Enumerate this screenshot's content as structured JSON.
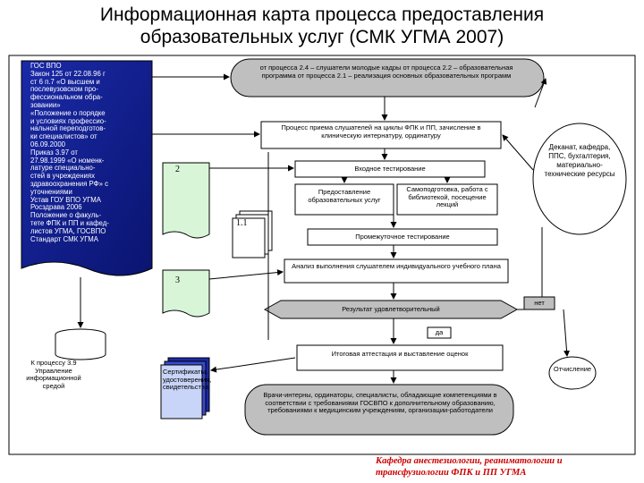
{
  "title": {
    "line1": "Информационная карта процесса предоставления",
    "line2": "образовательных услуг (СМК УГМА 2007)"
  },
  "left_document": {
    "lines": [
      "ГОС ВПО",
      "Закон 125 от 22.08.96 г",
      "ст 6 п.7 «О высшем и",
      "послевузовском про-",
      "фессиональном обра-",
      "зовании»",
      "«Положение о порядке",
      "и условиях профессио-",
      "нальной переподготов-",
      "ки специалистов» от",
      "06.09.2000",
      "Приказ 3.97 от",
      "27.98.1999 «О номенк-",
      "латуре специально-",
      "стей в учреждениях",
      "здравоохранения РФ» с",
      "уточнениями",
      "Устав ГОУ ВПО УГМА",
      "Росздрава 2006",
      "Положение о факуль-",
      "тете ФПК и ПП и кафед-",
      "листов УГМА, ГОСВПО",
      "Стандарт СМК УГМА"
    ]
  },
  "doc_numbers": {
    "n2": "2",
    "n3": "3",
    "n11": "1.1"
  },
  "process_boxes": {
    "inputs": "от процесса 2.4 – слушатели молодые кадры от процесса 2.2 – образовательная программа от процесса 2.1 – реализация основных образовательных программ",
    "admission": "Процесс приема слушателей на циклы ФПК и ПП, зачисление в клиническую интернатуру, ординатуру",
    "entry_test": "Входное тестирование",
    "lectures": "Предоставление образовательных услуг",
    "selfstudy": "Самоподготовка, работа с библиотекой, посещение лекций",
    "midterm": "Промежуточное тестирование",
    "analysis": "Анализ выполнения слушателем индивидуального учебного плана",
    "results": "Результат удовлетворительный",
    "final": "Итоговая аттестация и выставление оценок",
    "outputs": "Врачи-интерны, ординаторы, специалисты, обладающие компетенциями в соответствии с требованиями ГОСВПО к дополнительному образованию, требованиями к медицинским учреждениям, организации-работодатели"
  },
  "decision_labels": {
    "no": "нет",
    "yes": "да"
  },
  "resources": "Деканат, кафедра, ППС, бухгалтерия, материально-технические ресурсы",
  "report": "Отчисление",
  "database": "К процессу 3.9 Управление информационной средой",
  "certificates": "Сертификаты, удостоверения, свидетельства",
  "footer": "Кафедра анестезиологии, реаниматологии и трансфузиологии ФПК и ПП УГМА"
}
